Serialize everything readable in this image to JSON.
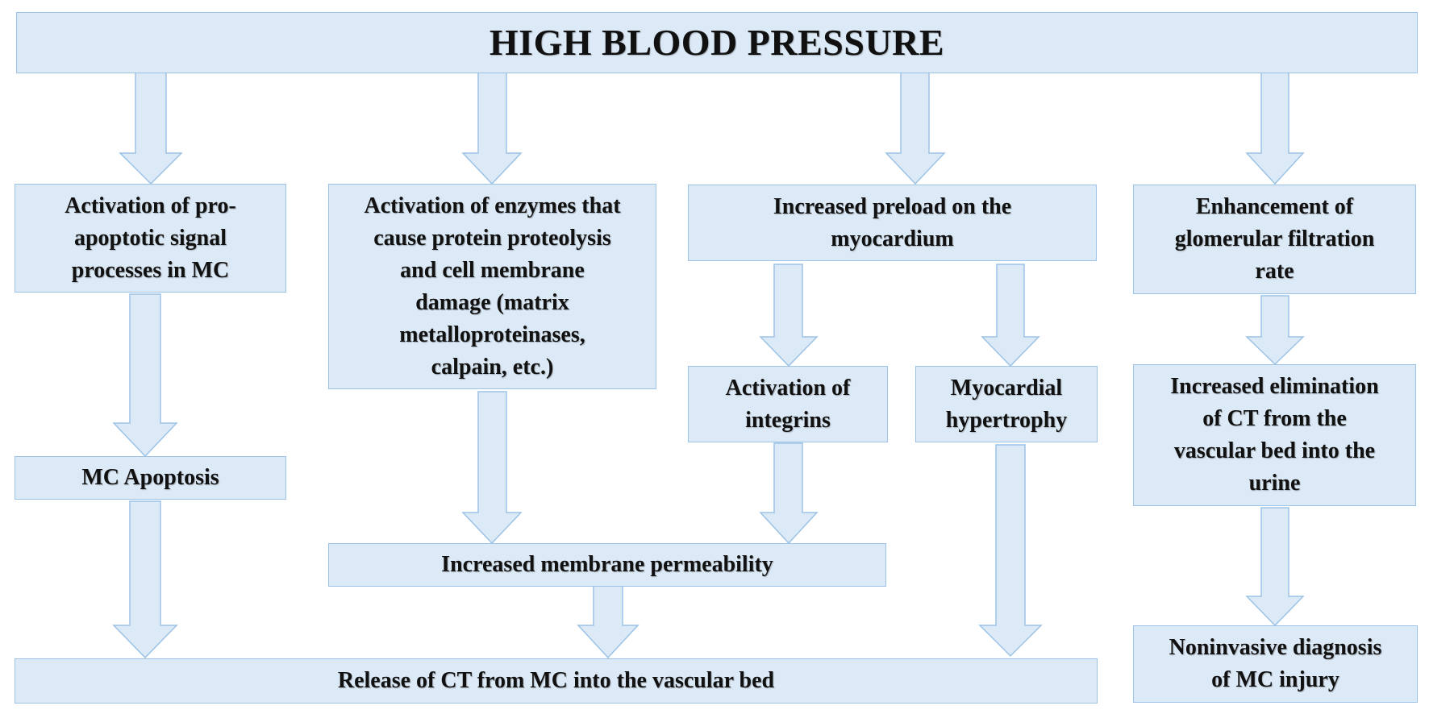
{
  "title": "HIGH BLOOD PRESSURE",
  "colors": {
    "box_fill": "#dce9f6",
    "box_border": "#9cc3e6",
    "text": "#111111"
  },
  "nodes": {
    "pro_apoptotic": "Activation of pro-\napoptotic signal\nprocesses in MC",
    "enzymes": "Activation of enzymes that\ncause protein proteolysis\nand cell membrane\ndamage (matrix\nmetalloproteinases,\ncalpain, etc.)",
    "preload": "Increased preload on the\nmyocardium",
    "gfr": "Enhancement of\nglomerular filtration\nrate",
    "apoptosis": "MC Apoptosis",
    "integrins": "Activation of\nintegrins",
    "hypertrophy": "Myocardial\nhypertrophy",
    "elimination": "Increased elimination\nof CT from the\nvascular bed into the\nurine",
    "permeability": "Increased membrane permeability",
    "release": "Release of CT from MC into the vascular bed",
    "diagnosis": "Noninvasive diagnosis\nof MC injury"
  }
}
